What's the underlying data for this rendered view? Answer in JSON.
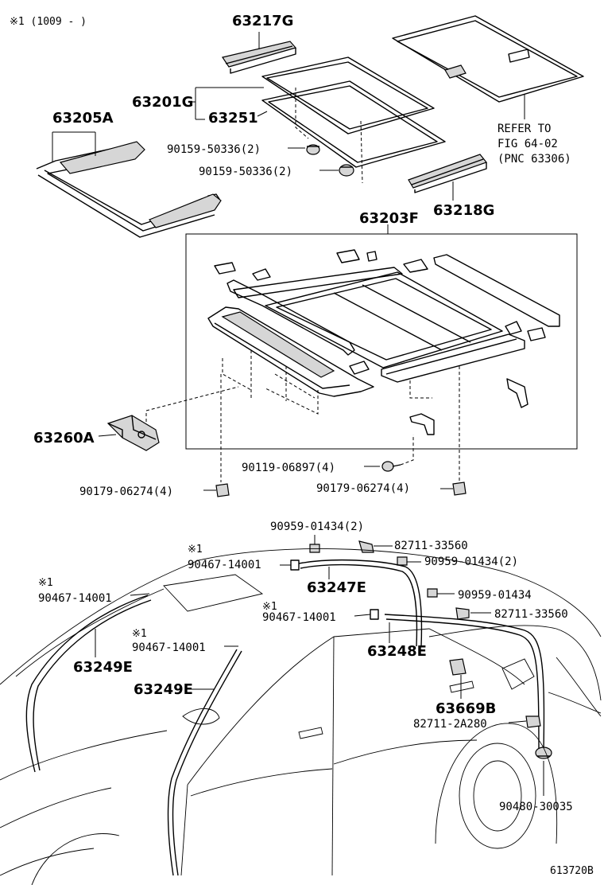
{
  "header_note": "※1 (1009 -      )",
  "figure_code": "613720B",
  "refer_note": [
    "REFER TO",
    "FIG 64-02",
    "(PNC 63306)"
  ],
  "labels": {
    "p63217G": "63217G",
    "p63201G": "63201G",
    "p63251": "63251",
    "p63205A": "63205A",
    "p90159_a": "90159-50336(2)",
    "p90159_b": "90159-50336(2)",
    "p63218G": "63218G",
    "p63203F": "63203F",
    "p63260A": "63260A",
    "p90119": "90119-06897(4)",
    "p90179_l": "90179-06274(4)",
    "p90179_r": "90179-06274(4)",
    "p90959_a": "90959-01434(2)",
    "p82711_a": "82711-33560",
    "p90959_b": "90959-01434(2)",
    "p90467_a": "90467-14001",
    "p63247E": "63247E",
    "p90467_b": "90467-14001",
    "p90959_c": "90959-01434",
    "p90467_c": "90467-14001",
    "p82711_b": "82711-33560",
    "p90467_d": "90467-14001",
    "p63248E": "63248E",
    "p63249E_a": "63249E",
    "p63249E_b": "63249E",
    "p63669B": "63669B",
    "p82711_c": "82711-2A280",
    "p90480": "90480-30035",
    "mark": "※1"
  }
}
